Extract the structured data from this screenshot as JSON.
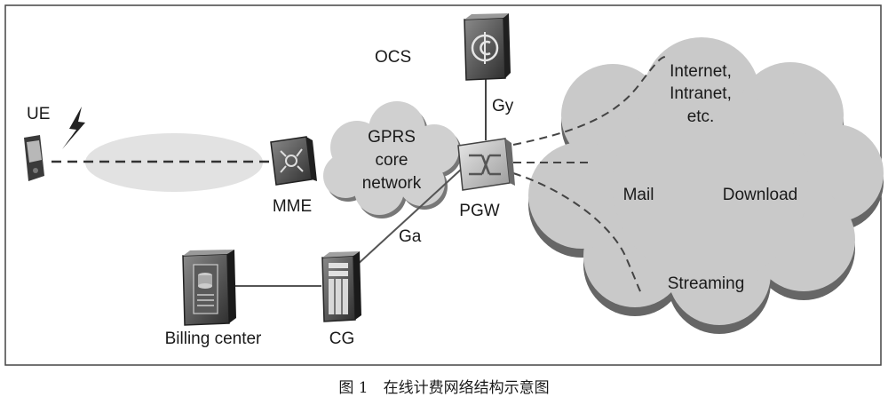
{
  "diagram": {
    "nodes": {
      "ue": "UE",
      "ocs": "OCS",
      "gy": "Gy",
      "gprs_line1": "GPRS",
      "gprs_line2": "core",
      "gprs_line3": "network",
      "mme": "MME",
      "pgw": "PGW",
      "ga": "Ga",
      "billing_center": "Billing center",
      "cg": "CG",
      "internet_line1": "Internet,",
      "internet_line2": "Intranet,",
      "internet_line3": "etc.",
      "mail": "Mail",
      "download": "Download",
      "streaming": "Streaming"
    },
    "caption": "图 1　在线计费网络结构示意图"
  }
}
